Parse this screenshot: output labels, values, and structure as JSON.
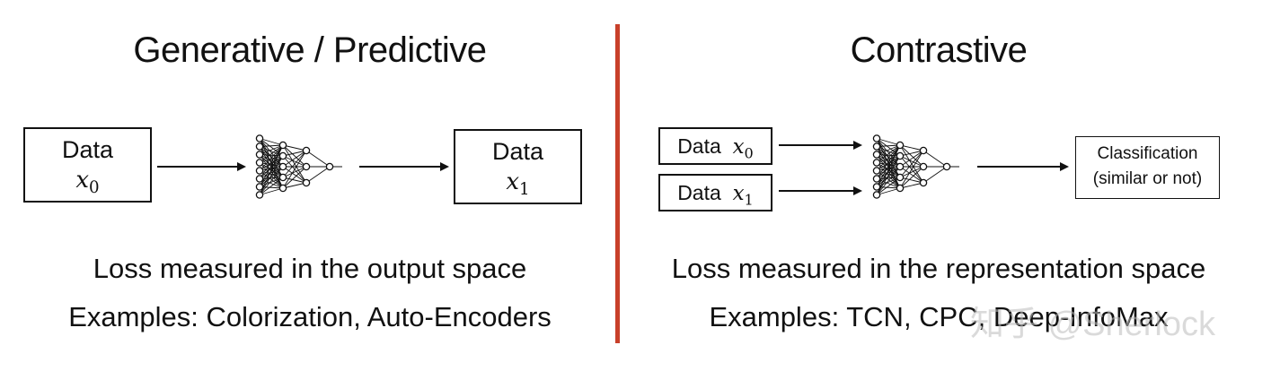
{
  "left": {
    "title": "Generative / Predictive",
    "input_box": {
      "line1": "Data",
      "math_base": "x",
      "math_sub": "0"
    },
    "output_box": {
      "line1": "Data",
      "math_base": "x",
      "math_sub": "1"
    },
    "caption_line1": "Loss measured in the output space",
    "caption_line2": "Examples: Colorization, Auto-Encoders"
  },
  "right": {
    "title": "Contrastive",
    "input_box_a": {
      "line1": "Data",
      "math_base": "x",
      "math_sub": "0"
    },
    "input_box_b": {
      "line1": "Data",
      "math_base": "x",
      "math_sub": "1"
    },
    "output_box": {
      "line1": "Classification",
      "line2": "(similar or not)"
    },
    "caption_line1": "Loss measured in the representation space",
    "caption_line2": "Examples: TCN, CPC, Deep-InfoMax"
  },
  "watermark": "知乎 @Sherlock",
  "colors": {
    "divider": "#c8402a",
    "ink": "#111111"
  },
  "icons": [
    "neural-network-icon",
    "arrow-right-icon"
  ]
}
